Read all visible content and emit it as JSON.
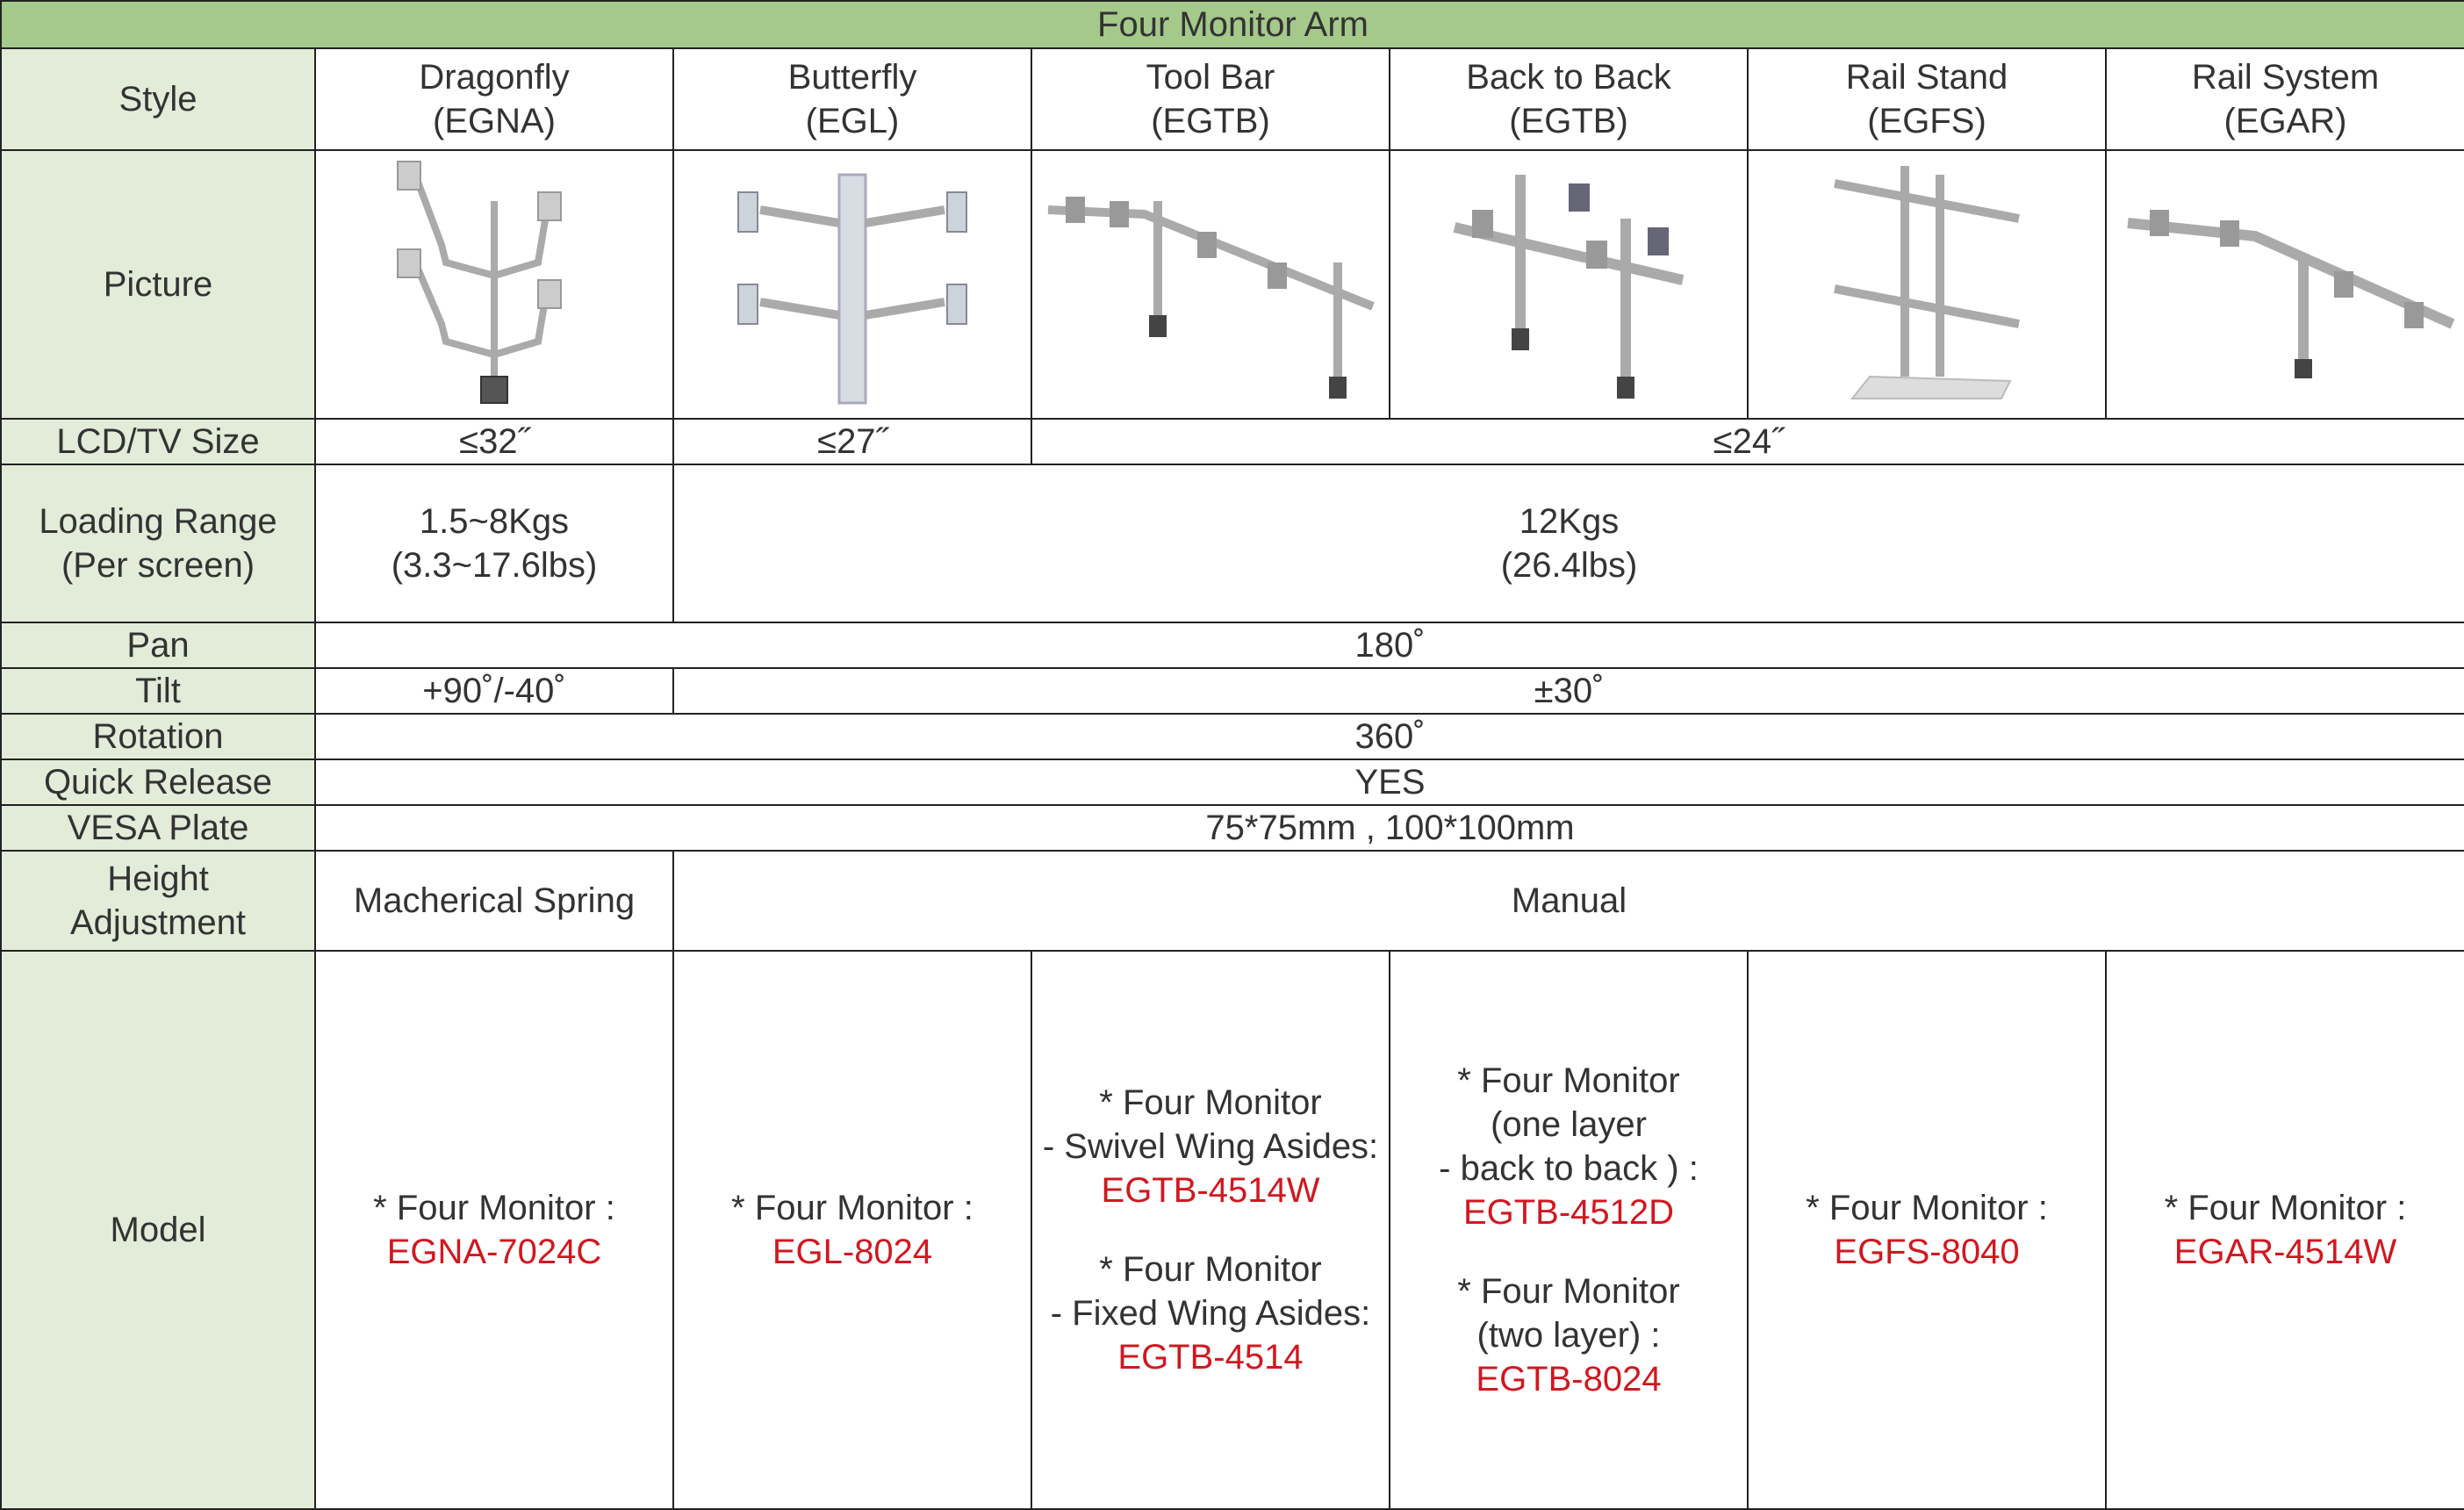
{
  "title": "Four Monitor Arm",
  "row_labels": {
    "style": "Style",
    "picture": "Picture",
    "lcd": "LCD/TV Size",
    "loading": [
      "Loading Range",
      "(Per screen)"
    ],
    "pan": "Pan",
    "tilt": "Tilt",
    "rotation": "Rotation",
    "quick_release": "Quick Release",
    "vesa": "VESA Plate",
    "height": [
      "Height",
      "Adjustment"
    ],
    "model": "Model"
  },
  "styles": [
    {
      "name": "Dragonfly",
      "code": "(EGNA)"
    },
    {
      "name": "Butterfly",
      "code": "(EGL)"
    },
    {
      "name": "Tool Bar",
      "code": "(EGTB)"
    },
    {
      "name": "Back to Back",
      "code": "(EGTB)"
    },
    {
      "name": "Rail Stand",
      "code": "(EGFS)"
    },
    {
      "name": "Rail System",
      "code": "(EGAR)"
    }
  ],
  "pictures": [
    "dragonfly-arm-image",
    "butterfly-arm-image",
    "tool-bar-arm-image",
    "back-to-back-arm-image",
    "rail-stand-image",
    "rail-system-image"
  ],
  "lcd": [
    "≤32˝",
    "≤27˝",
    "≤24˝"
  ],
  "loading": [
    [
      "1.5~8Kgs",
      "(3.3~17.6lbs)"
    ],
    [
      "12Kgs",
      "(26.4lbs)"
    ]
  ],
  "pan": "180˚",
  "tilt": [
    "+90˚/-40˚",
    "±30˚"
  ],
  "rotation": "360˚",
  "quick_release": "YES",
  "vesa": "75*75mm , 100*100mm",
  "height": [
    "Macherical Spring",
    "Manual"
  ],
  "models": {
    "egna": {
      "desc": "* Four Monitor :",
      "code": "EGNA-7024C"
    },
    "egl": {
      "desc": "* Four Monitor :",
      "code": "EGL-8024"
    },
    "egtb": [
      {
        "l1": "* Four Monitor",
        "l2": "- Swivel Wing Asides:",
        "code": "EGTB-4514W"
      },
      {
        "l1": "* Four Monitor",
        "l2": "- Fixed Wing Asides:",
        "code": "EGTB-4514"
      }
    ],
    "b2b": [
      {
        "l1": "* Four Monitor",
        "l2": "(one layer",
        "l3": "- back to back ) :",
        "code": "EGTB-4512D"
      },
      {
        "l1": "* Four Monitor",
        "l2": "(two layer) :",
        "code": "EGTB-8024"
      }
    ],
    "egfs": {
      "desc": "* Four Monitor :",
      "code": "EGFS-8040"
    },
    "egar": {
      "desc": "* Four Monitor :",
      "code": "EGAR-4514W"
    }
  },
  "colors": {
    "title_bg": "#a4c98b",
    "label_bg": "#e2ecd9",
    "model_code": "#d01820"
  }
}
